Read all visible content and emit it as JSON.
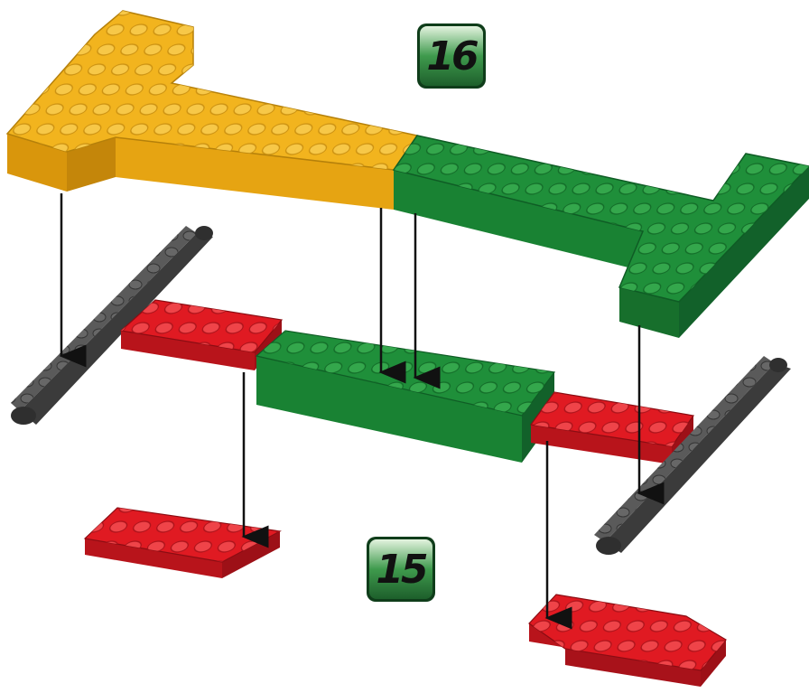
{
  "steps": [
    {
      "id": "step-16",
      "label": "16"
    },
    {
      "id": "step-15",
      "label": "15"
    }
  ],
  "colors": {
    "yellow": "#f2b41e",
    "green": "#1f8f3a",
    "red": "#e01a22",
    "gray": "#4a4a4a",
    "badge_dark": "#1d5f2b",
    "badge_light": "#cfe8c8"
  },
  "parts": [
    {
      "name": "yellow-t-plate",
      "color": "yellow"
    },
    {
      "name": "green-l-plate",
      "color": "green"
    },
    {
      "name": "green-brick",
      "color": "green"
    },
    {
      "name": "red-plate-left",
      "color": "red"
    },
    {
      "name": "red-plate-right",
      "color": "red"
    },
    {
      "name": "gray-axle-left",
      "color": "gray"
    },
    {
      "name": "gray-axle-right",
      "color": "gray"
    },
    {
      "name": "red-plate-stack-left",
      "color": "red"
    },
    {
      "name": "red-plate-stack-right",
      "color": "red"
    }
  ]
}
